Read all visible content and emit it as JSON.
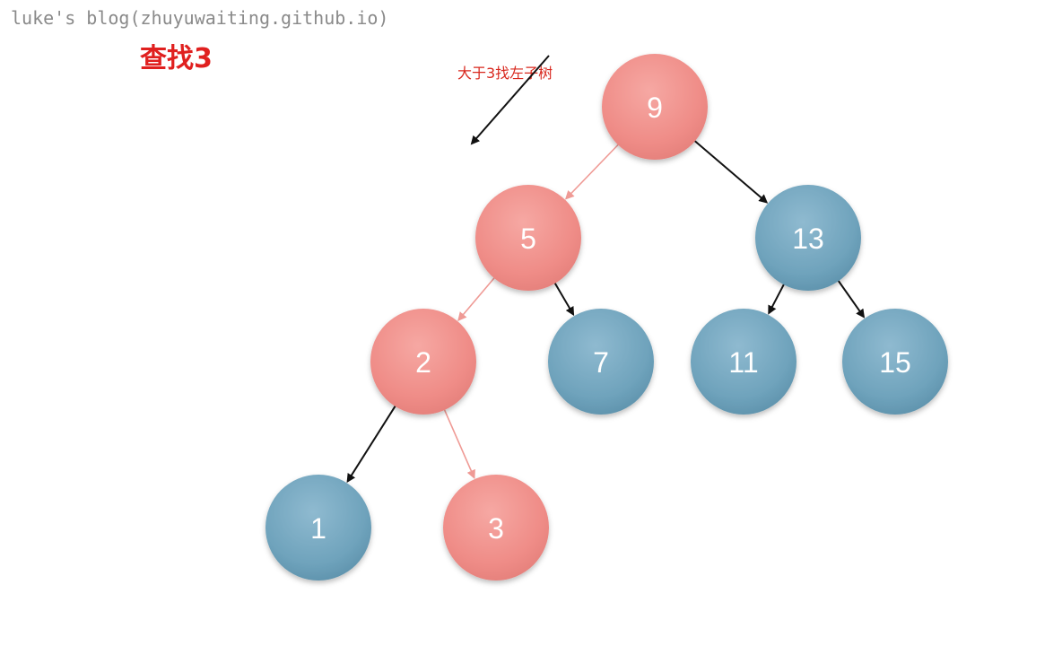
{
  "watermark": "luke's blog(zhuyuwaiting.github.io)",
  "title": "查找3",
  "annotation": "大于3找左子树",
  "colors": {
    "search_path_node": "#ee8a86",
    "other_node": "#6fa3bc",
    "search_path_edge": "#ef9a95",
    "other_edge": "#111111",
    "title": "#e0201f",
    "annotation": "#d8281e"
  },
  "tree": {
    "nodes": [
      {
        "id": "n9",
        "label": "9",
        "on_search_path": true
      },
      {
        "id": "n5",
        "label": "5",
        "on_search_path": true
      },
      {
        "id": "n13",
        "label": "13",
        "on_search_path": false
      },
      {
        "id": "n2",
        "label": "2",
        "on_search_path": true
      },
      {
        "id": "n7",
        "label": "7",
        "on_search_path": false
      },
      {
        "id": "n11",
        "label": "11",
        "on_search_path": false
      },
      {
        "id": "n15",
        "label": "15",
        "on_search_path": false
      },
      {
        "id": "n1",
        "label": "1",
        "on_search_path": false
      },
      {
        "id": "n3",
        "label": "3",
        "on_search_path": true
      }
    ],
    "edges": [
      {
        "from": "n9",
        "to": "n5",
        "on_search_path": true
      },
      {
        "from": "n9",
        "to": "n13",
        "on_search_path": false
      },
      {
        "from": "n5",
        "to": "n2",
        "on_search_path": true
      },
      {
        "from": "n5",
        "to": "n7",
        "on_search_path": false
      },
      {
        "from": "n13",
        "to": "n11",
        "on_search_path": false
      },
      {
        "from": "n13",
        "to": "n15",
        "on_search_path": false
      },
      {
        "from": "n2",
        "to": "n1",
        "on_search_path": false
      },
      {
        "from": "n2",
        "to": "n3",
        "on_search_path": true
      }
    ]
  }
}
